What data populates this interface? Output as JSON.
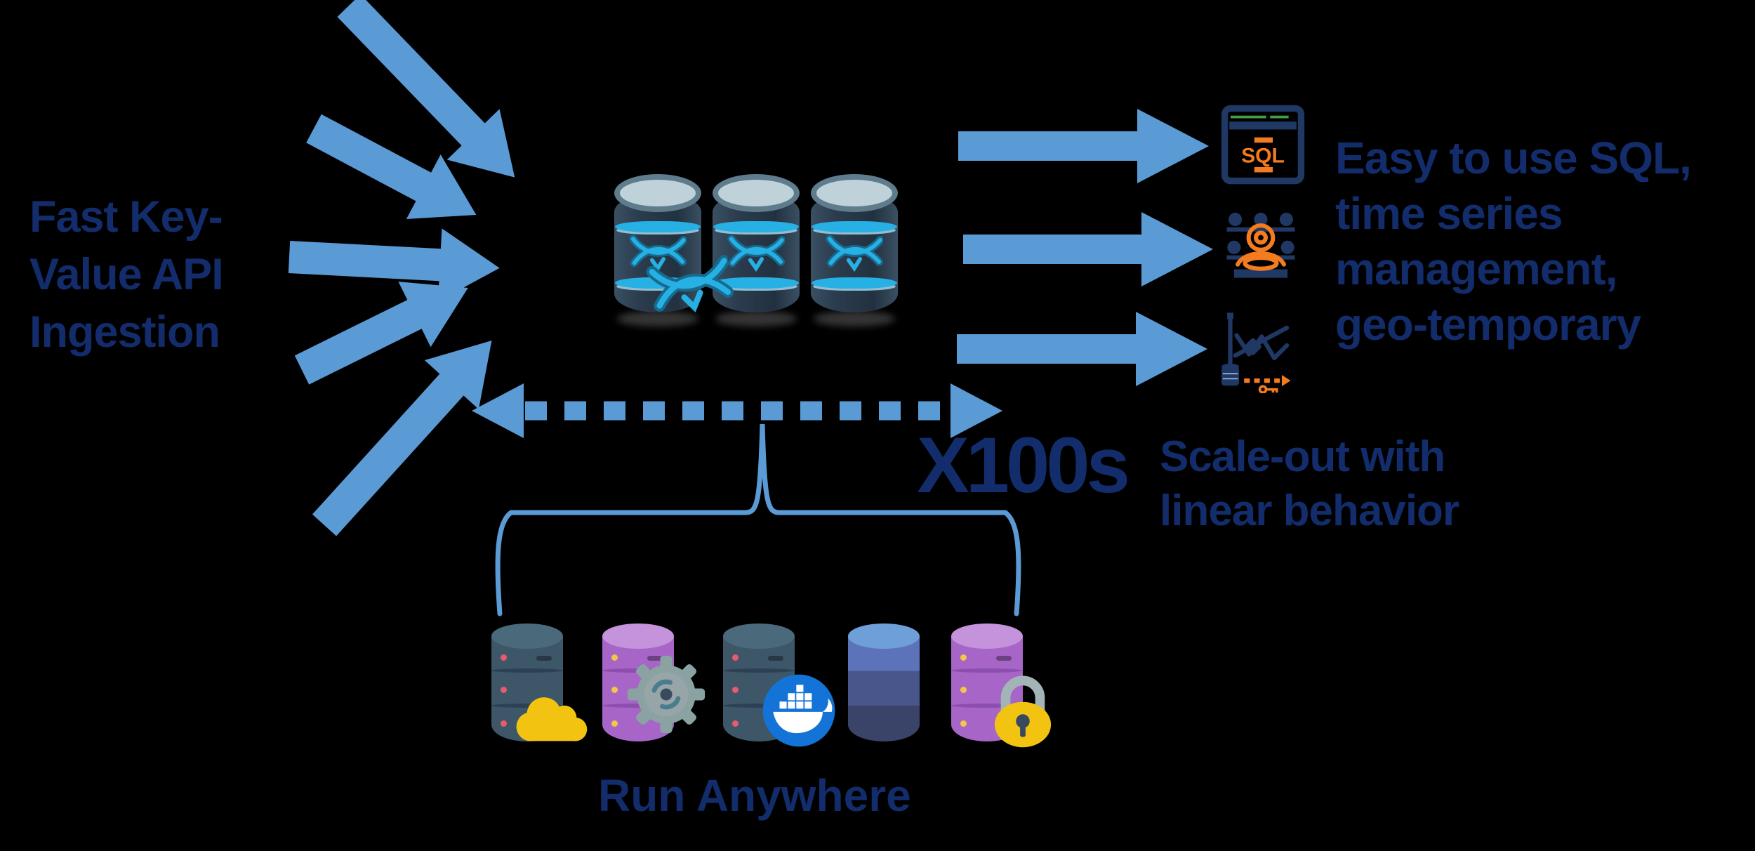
{
  "colors": {
    "background": "#000000",
    "arrow_blue": "#5b9bd5",
    "text_navy": "#132c6b",
    "icon_navy": "#1f3864",
    "accent_orange": "#f47c20",
    "accent_green": "#43a047",
    "db_cyan": "#27b0e4",
    "db_logo_outline": "#176a8e",
    "db_navy": "#2d3e50",
    "db_top": "#bfd1d9",
    "db_rim": "#5f7c8d",
    "slate_body": "#3d5769",
    "slate_top": "#4a6a7c",
    "slate_sep": "#2c4254",
    "dot_red": "#e85a6e",
    "purple_body": "#a765c8",
    "purple_top": "#c493dc",
    "purple_sep": "#8c4fae",
    "dot_yellow": "#f3c64a",
    "blue_top": "#6f9fd9",
    "blue_band1": "#5d73b9",
    "blue_band2": "#49568c",
    "blue_band3": "#3a4468",
    "yellow": "#f2c411",
    "gear_gray": "#8aa3a2",
    "gear_inner": "#97a5a8",
    "gear_ring": "#4b7c8e",
    "gear_hub": "#3a4a5e",
    "docker_blue": "#1373d6",
    "lock_gray": "#a3b4b8"
  },
  "labels": {
    "ingestion": {
      "lines": [
        "Fast Key-",
        "Value API",
        "Ingestion"
      ]
    },
    "benefits": {
      "lines": [
        "Easy to use SQL,",
        "time series",
        "management,",
        "geo-temporary"
      ]
    },
    "scale": {
      "multiplier": "X100s",
      "lines": [
        "Scale-out with",
        "linear behavior"
      ]
    },
    "run_anywhere": "Run Anywhere",
    "sql_icon_text": "SQL"
  },
  "icons": {
    "center": "database-cluster-icon",
    "outputs": [
      "sql-window-icon",
      "user-management-icon",
      "time-series-chart-icon"
    ],
    "bottom": [
      "cloud-database-icon",
      "gear-database-icon",
      "docker-database-icon",
      "multitier-database-icon",
      "secure-database-icon"
    ],
    "connectors": [
      "ingest-arrow-icon",
      "output-arrow-icon",
      "scale-dashed-arrow-icon",
      "brace-icon"
    ]
  }
}
